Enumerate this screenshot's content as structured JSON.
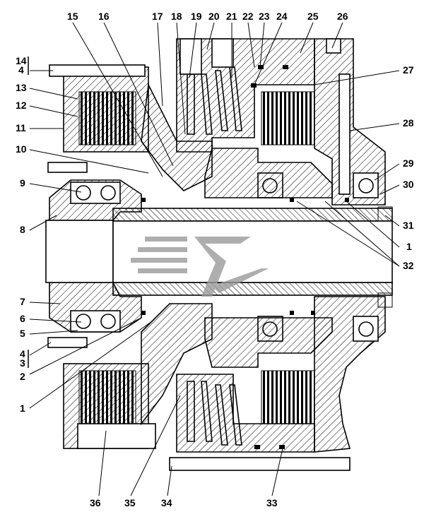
{
  "figure": {
    "callouts": {
      "top": [
        "15",
        "16",
        "17",
        "18",
        "19",
        "20",
        "21",
        "22",
        "23",
        "24",
        "25",
        "26"
      ],
      "left": [
        "14",
        "4",
        "13",
        "12",
        "11",
        "10",
        "9",
        "8",
        "7",
        "6",
        "5",
        "4",
        "3",
        "2",
        "1"
      ],
      "right": [
        "27",
        "28",
        "29",
        "30",
        "31",
        "1",
        "32"
      ],
      "bottom": [
        "36",
        "35",
        "34",
        "33"
      ]
    },
    "colors": {
      "ink": "#000000",
      "paper": "#ffffff",
      "watermark": "#9a9a9a"
    },
    "watermark": "logo-mark"
  }
}
